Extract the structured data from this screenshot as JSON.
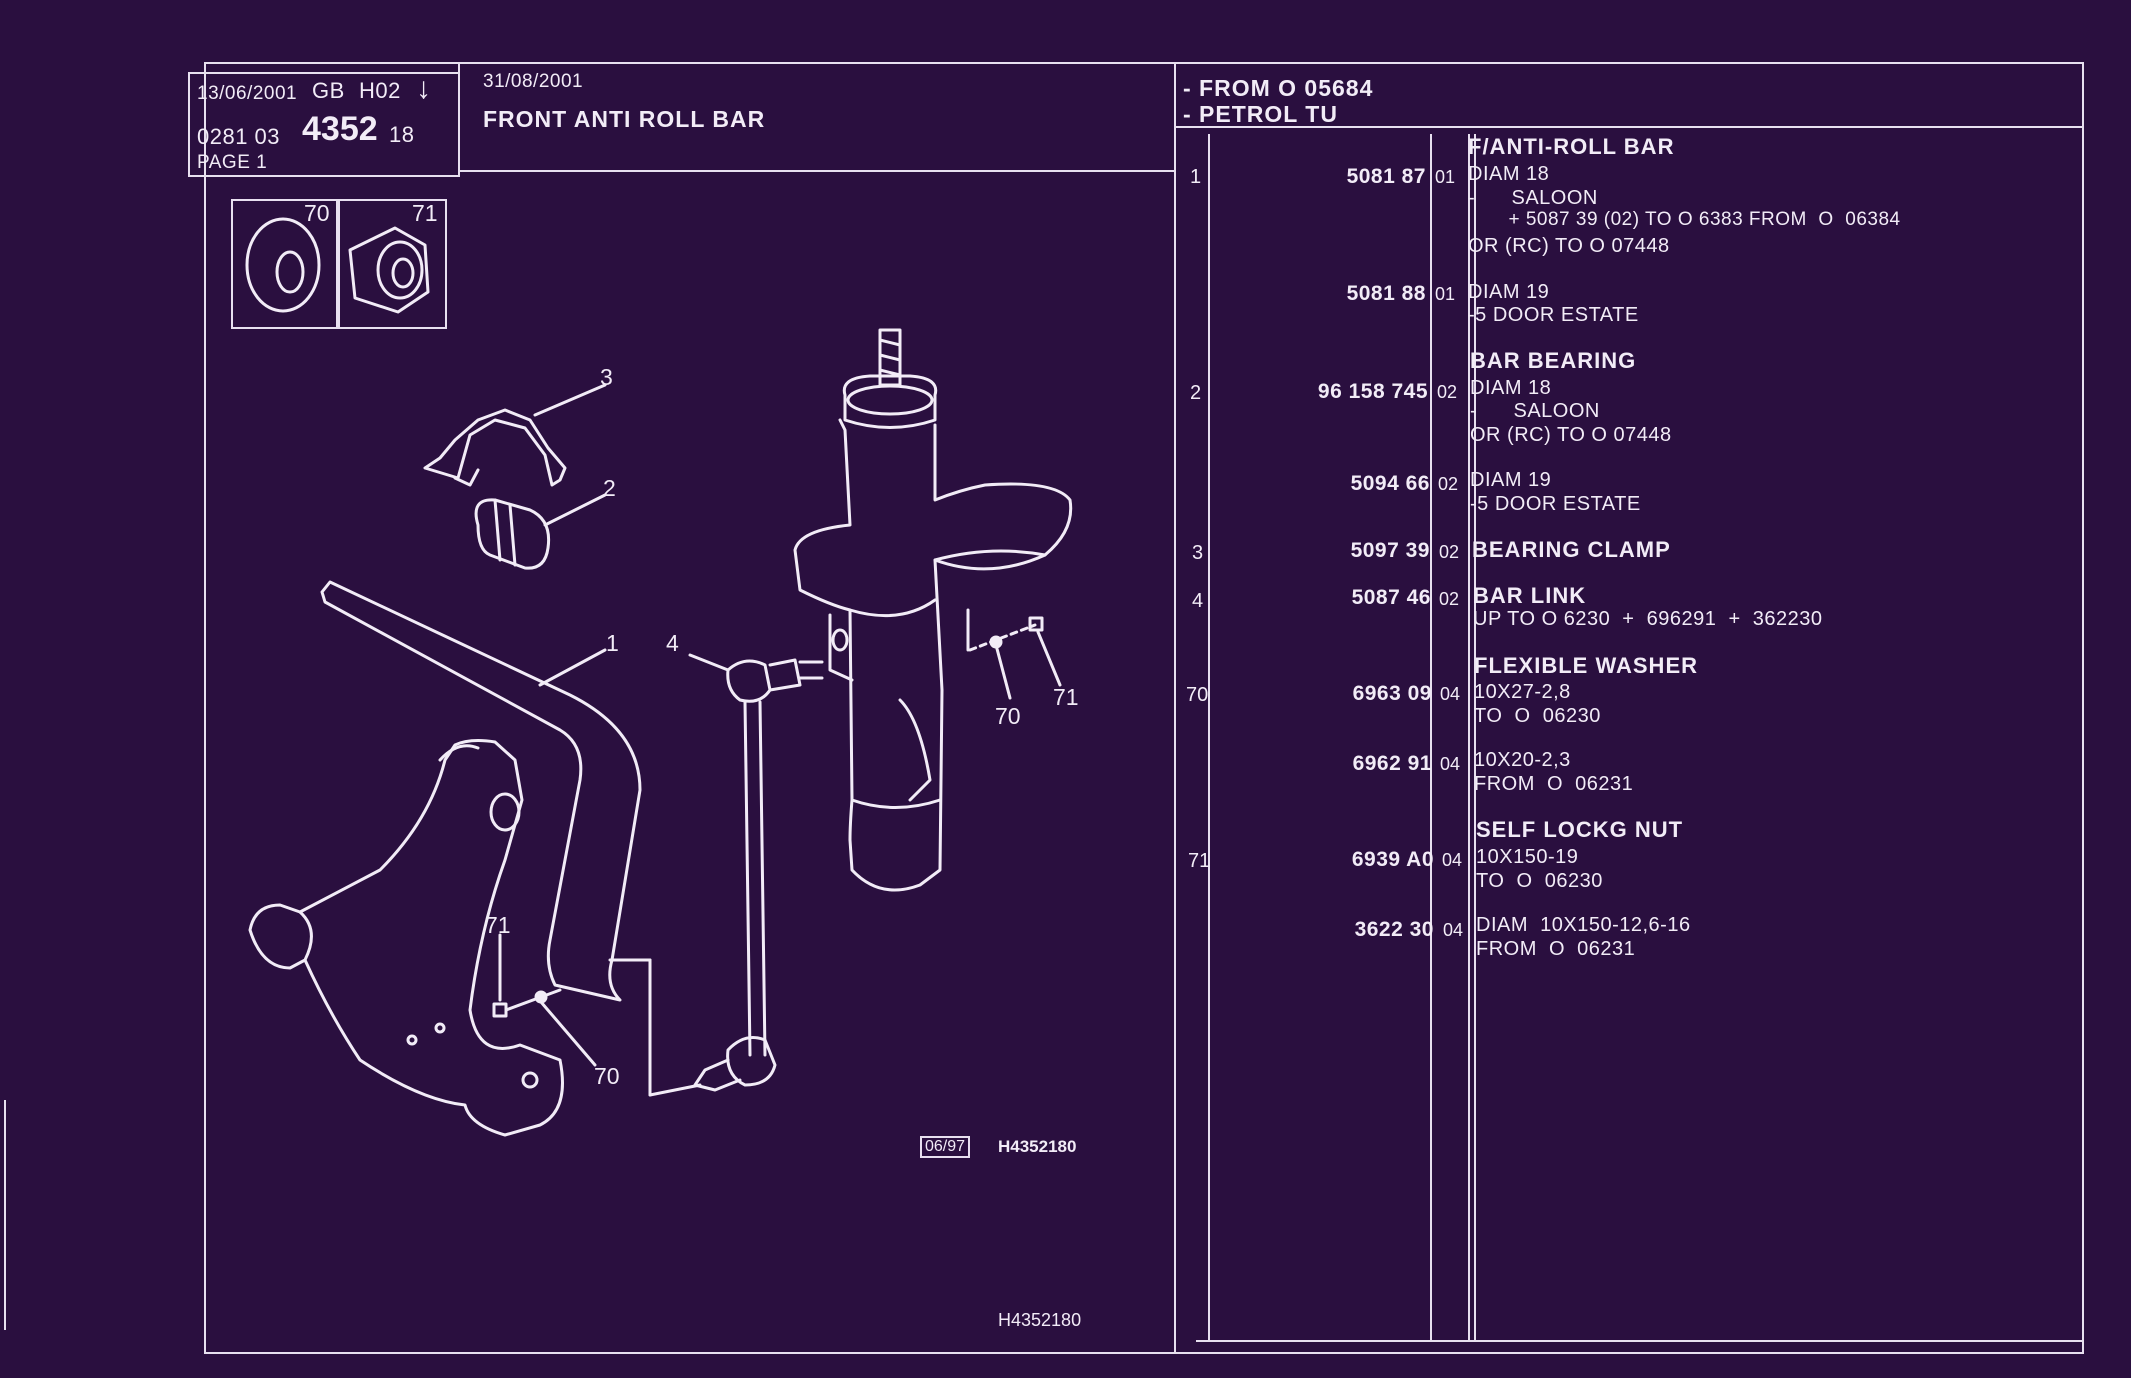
{
  "header": {
    "date1": "13/06/2001",
    "lang": "GB",
    "code": "H02",
    "arrow": "↓",
    "ref_prefix": "0281 03",
    "ref_main": "4352",
    "ref_suffix": "18",
    "page": "PAGE 1",
    "date2": "31/08/2001",
    "title": "FRONT ANTI ROLL BAR",
    "cond1": "- FROM O  05684",
    "cond2": "- PETROL TU"
  },
  "inset": {
    "item_a": "70",
    "item_b": "71"
  },
  "diagram": {
    "callouts": [
      "3",
      "2",
      "1",
      "4",
      "70",
      "71",
      "71",
      "70"
    ],
    "stamp": "06/97",
    "code_small": "H4352180",
    "code_bottom": "H4352180"
  },
  "parts": [
    {
      "ref": "1",
      "pn": "5081 87",
      "var": "01",
      "head": "F/ANTI-ROLL BAR",
      "lines": [
        "DIAM 18",
        "-      SALOON",
        "       + 5087 39 (02) TO O 6383 FROM  O  06384",
        "OR (RC) TO  O  07448"
      ]
    },
    {
      "ref": "",
      "pn": "5081 88",
      "var": "01",
      "head": "",
      "lines": [
        "DIAM 19",
        "-5 DOOR ESTATE"
      ]
    },
    {
      "ref": "2",
      "pn": "96 158 745",
      "var": "02",
      "head": "BAR BEARING",
      "lines": [
        "DIAM 18",
        "-      SALOON",
        "OR (RC) TO  O  07448"
      ]
    },
    {
      "ref": "",
      "pn": "5094 66",
      "var": "02",
      "head": "",
      "lines": [
        "DIAM 19",
        "-5 DOOR ESTATE"
      ]
    },
    {
      "ref": "3",
      "pn": "5097 39",
      "var": "02",
      "head": "BEARING CLAMP",
      "lines": []
    },
    {
      "ref": "4",
      "pn": "5087 46",
      "var": "02",
      "head": "BAR LINK",
      "lines": [
        "UP TO O 6230  +  696291  +  362230"
      ]
    },
    {
      "ref": "70",
      "pn": "6963 09",
      "var": "04",
      "head": "FLEXIBLE WASHER",
      "lines": [
        "10X27-2,8",
        "TO  O  06230"
      ]
    },
    {
      "ref": "",
      "pn": "6962 91",
      "var": "04",
      "head": "",
      "lines": [
        "10X20-2,3",
        "FROM  O  06231"
      ]
    },
    {
      "ref": "71",
      "pn": "6939 A0",
      "var": "04",
      "head": "SELF LOCKG NUT",
      "lines": [
        "10X150-19",
        "TO  O  06230"
      ]
    },
    {
      "ref": "",
      "pn": "3622 30",
      "var": "04",
      "head": "",
      "lines": [
        "DIAM  10X150-12,6-16",
        "FROM  O  06231"
      ]
    }
  ]
}
